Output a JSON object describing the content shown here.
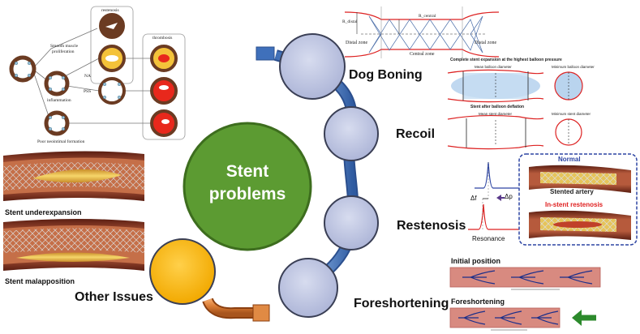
{
  "center": {
    "line1": "Stent",
    "line2": "problems",
    "color": "#5c9b32"
  },
  "problems": [
    {
      "label": "Dog Boning"
    },
    {
      "label": "Recoil"
    },
    {
      "label": "Restenosis"
    },
    {
      "label": "Foreshortening"
    },
    {
      "label": "Other Issues"
    }
  ],
  "restenosis_tree": {
    "restenosis": "restenosis",
    "thrombosis": "thrombosis",
    "smooth_muscle_1": "Smooth muscle",
    "smooth_muscle_2": "proliferation",
    "na": "NA",
    "pss": "PSS",
    "inflammation": "inflammation",
    "poor_neo": "Poor neointimal formation"
  },
  "stent_images": {
    "underexpansion": "Stent underexpansion",
    "malapposition": "Stent malapposition"
  },
  "dog_boning_fig": {
    "r_distal": "R_distal",
    "r_central": "R_central",
    "distal_zone_left": "Distal zone",
    "distal_zone_right": "Distal zone",
    "central_zone": "Central zone"
  },
  "recoil_fig": {
    "title1": "Complete stent expansion at the highest balloon pressure",
    "mean_balloon": "Mean balloon diameter",
    "min_balloon": "Minimum balloon diameter",
    "title2": "Stent after balloon deflation",
    "mean_stent": "Mean stent diameter",
    "min_stent": "Minimum stent diameter"
  },
  "resonance_fig": {
    "normal": "Normal",
    "stented": "Stented artery",
    "in_stent": "In-stent restenosis",
    "resonance": "Resonance",
    "delta_f": "Δf",
    "delta_p": "Δp"
  },
  "foreshortening_fig": {
    "initial": "Initial position",
    "foreshortening": "Foreshortening"
  }
}
